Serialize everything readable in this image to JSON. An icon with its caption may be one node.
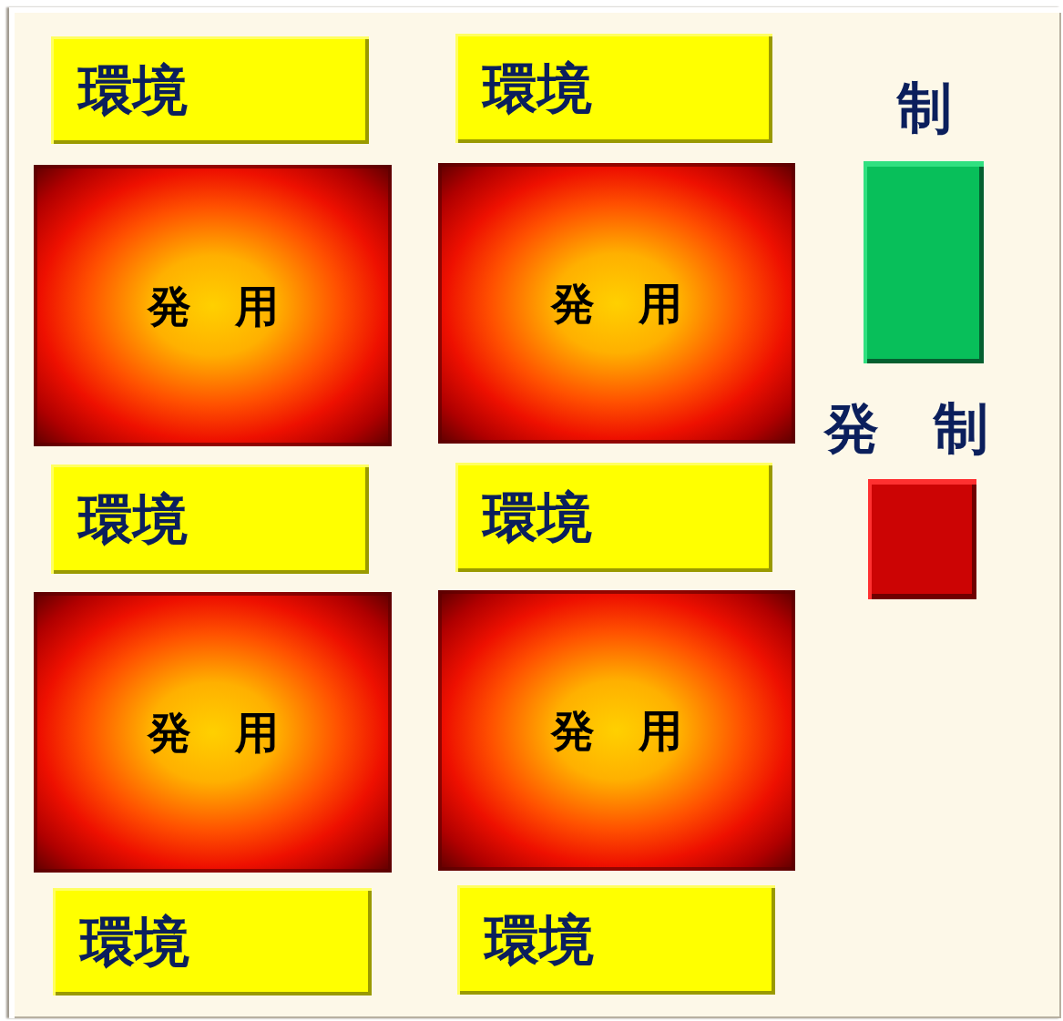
{
  "diagram": {
    "nodes": [
      {
        "text": [
          "環境"
        ]
      },
      {
        "text": [
          "環境"
        ]
      },
      {
        "text": [
          "制"
        ]
      },
      {
        "text": [
          "発　用"
        ]
      },
      {
        "text": [
          "発　用"
        ]
      },
      {
        "text": [
          "発　制"
        ]
      },
      {
        "text": [
          "環境"
        ]
      },
      {
        "text": [
          "環境"
        ]
      },
      {
        "text": [
          "発　用"
        ]
      },
      {
        "text": [
          "発　用"
        ]
      },
      {
        "text": [
          "環境"
        ]
      },
      {
        "text": [
          "環境"
        ]
      }
    ]
  }
}
